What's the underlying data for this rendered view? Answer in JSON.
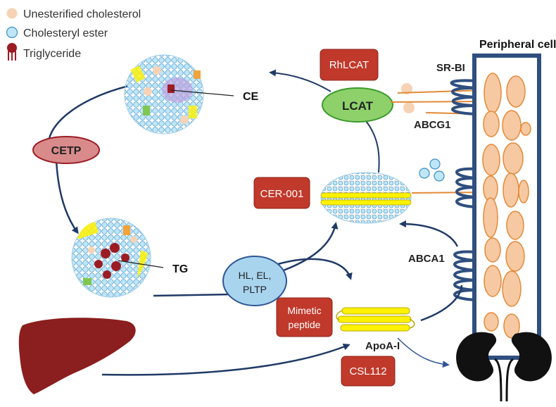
{
  "legend": {
    "unesterified_cholesterol": "Unesterified cholesterol",
    "cholesteryl_ester": "Cholesteryl ester",
    "triglyceride": "Triglyceride"
  },
  "labels": {
    "cetp": "CETP",
    "lcat": "LCAT",
    "rhlcat": "RhLCAT",
    "cer001": "CER-001",
    "hl_el_pltp_line1": "HL, EL,",
    "hl_el_pltp_line2": "PLTP",
    "mimetic_line1": "Mimetic",
    "mimetic_line2": "peptide",
    "csl112": "CSL112",
    "apoa1": "ApoA-I",
    "ce": "CE",
    "tg": "TG",
    "sr_bi": "SR-BI",
    "abcg1": "ABCG1",
    "abca1": "ABCA1",
    "peripheral_cell": "Peripheral cell"
  },
  "colors": {
    "unesterified": "#f7d3b5",
    "ester": "#bfe6f7",
    "ester_stroke": "#3a8fc7",
    "triglyceride": "#9c1c24",
    "red_box": "#c0392b",
    "lcat_fill": "#8ed16b",
    "lcat_stroke": "#3a9a2a",
    "cetp_fill": "#d98b8b",
    "hl_fill": "#a9d4ee",
    "arrow": "#1f3a66",
    "cell_border": "#2f4f7f",
    "organ": "#8b1e1e",
    "yellow": "#fff200"
  },
  "icons": [
    "liver-icon",
    "kidney-icon"
  ]
}
